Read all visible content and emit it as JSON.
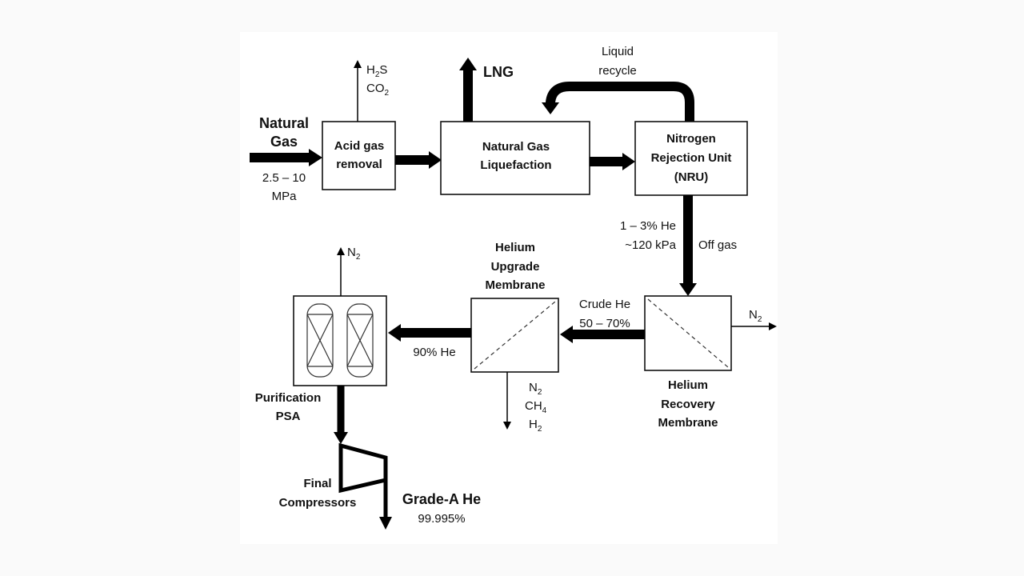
{
  "colors": {
    "ink": "#000000",
    "background": "#ffffff"
  },
  "feed": {
    "line1": "Natural",
    "line2": "Gas",
    "pressure1": "2.5 – 10",
    "pressure2": "MPa"
  },
  "acid_gas": {
    "line1": "Acid gas",
    "line2": "removal",
    "out1": "H",
    "out1_sub": "2",
    "out1_tail": "S",
    "out2": "CO",
    "out2_sub": "2"
  },
  "liquefaction": {
    "line1": "Natural Gas",
    "line2": "Liquefaction",
    "product": "LNG"
  },
  "recycle": {
    "line1": "Liquid",
    "line2": "recycle"
  },
  "nru": {
    "line1": "Nitrogen",
    "line2": "Rejection Unit",
    "line3": "(NRU)",
    "stream1": "1 – 3% He",
    "stream2": "~120 kPa",
    "stream3": "Off gas"
  },
  "recovery_membrane": {
    "line1": "Helium",
    "line2": "Recovery",
    "line3": "Membrane",
    "vent": "N",
    "vent_sub": "2",
    "crude1": "Crude He",
    "crude2": "50 – 70%"
  },
  "upgrade_membrane": {
    "line1": "Helium",
    "line2": "Upgrade",
    "line3": "Membrane",
    "out": "90% He",
    "vent1": "N",
    "vent1_sub": "2",
    "vent2": "CH",
    "vent2_sub": "4",
    "vent3": "H",
    "vent3_sub": "2"
  },
  "psa": {
    "line1": "Purification",
    "line2": "PSA",
    "vent": "N",
    "vent_sub": "2"
  },
  "compressor": {
    "line1": "Final",
    "line2": "Compressors"
  },
  "product": {
    "line1": "Grade-A He",
    "line2": "99.995%"
  }
}
